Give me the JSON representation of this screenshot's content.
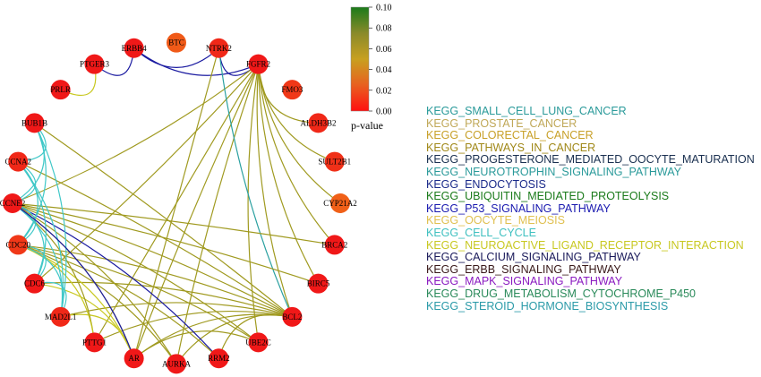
{
  "colorbar": {
    "title": "p-value",
    "ticks": [
      "0.10",
      "0.08",
      "0.06",
      "0.04",
      "0.02",
      "0.00"
    ],
    "gradient": [
      "#1a7a1a",
      "#8a8a2a",
      "#c8a020",
      "#e86020",
      "#ff1010"
    ]
  },
  "nodes": [
    {
      "id": "BTC",
      "label": "BTC",
      "color": "#f05a18"
    },
    {
      "id": "NTRK2",
      "label": "NTRK2",
      "color": "#f02818"
    },
    {
      "id": "FGFR2",
      "label": "FGFR2",
      "color": "#f01818"
    },
    {
      "id": "FMO3",
      "label": "FMO3",
      "color": "#f03818"
    },
    {
      "id": "ALDH3B2",
      "label": "ALDH3B2",
      "color": "#f02818"
    },
    {
      "id": "SULT2B1",
      "label": "SULT2B1",
      "color": "#f03018"
    },
    {
      "id": "CYP21A2",
      "label": "CYP21A2",
      "color": "#f06018"
    },
    {
      "id": "BRCA2",
      "label": "BRCA2",
      "color": "#f01818"
    },
    {
      "id": "BIRC5",
      "label": "BIRC5",
      "color": "#f01818"
    },
    {
      "id": "BCL2",
      "label": "BCL2",
      "color": "#f01818"
    },
    {
      "id": "UBE2C",
      "label": "UBE2C",
      "color": "#f01818"
    },
    {
      "id": "RRM2",
      "label": "RRM2",
      "color": "#f01818"
    },
    {
      "id": "AURKA",
      "label": "AURKA",
      "color": "#f01818"
    },
    {
      "id": "AR",
      "label": "AR",
      "color": "#f01818"
    },
    {
      "id": "PTTG1",
      "label": "PTTG1",
      "color": "#f01818"
    },
    {
      "id": "MAD2L1",
      "label": "MAD2L1",
      "color": "#f02818"
    },
    {
      "id": "CDC6",
      "label": "CDC6",
      "color": "#f01818"
    },
    {
      "id": "CDC20",
      "label": "CDC20",
      "color": "#f03818"
    },
    {
      "id": "CCNE2",
      "label": "CCNE2",
      "color": "#f01818"
    },
    {
      "id": "CCNA2",
      "label": "CCNA2",
      "color": "#f02818"
    },
    {
      "id": "BUB1B",
      "label": "BUB1B",
      "color": "#f01818"
    },
    {
      "id": "PRLR",
      "label": "PRLR",
      "color": "#f01818"
    },
    {
      "id": "PTGER3",
      "label": "PTGER3",
      "color": "#f01818"
    },
    {
      "id": "ERBB4",
      "label": "ERBB4",
      "color": "#f01818"
    }
  ],
  "edges": [
    {
      "source": "ERBB4",
      "target": "FGFR2",
      "color": "#1a1aa0"
    },
    {
      "source": "ERBB4",
      "target": "NTRK2",
      "color": "#1a1aa0"
    },
    {
      "source": "NTRK2",
      "target": "FGFR2",
      "color": "#1a1aa0"
    },
    {
      "source": "PTGER3",
      "target": "ERBB4",
      "color": "#1a1aa0"
    },
    {
      "source": "PRLR",
      "target": "PTGER3",
      "color": "#c8c820"
    },
    {
      "source": "FGFR2",
      "target": "BCL2",
      "color": "#a09a20"
    },
    {
      "source": "FGFR2",
      "target": "AR",
      "color": "#a09a20"
    },
    {
      "source": "FGFR2",
      "target": "UBE2C",
      "color": "#a09a20"
    },
    {
      "source": "FGFR2",
      "target": "PTTG1",
      "color": "#a09a20"
    },
    {
      "source": "FGFR2",
      "target": "BIRC5",
      "color": "#a09a20"
    },
    {
      "source": "FGFR2",
      "target": "AURKA",
      "color": "#a09a20"
    },
    {
      "source": "FGFR2",
      "target": "CCNE2",
      "color": "#a09a20"
    },
    {
      "source": "FGFR2",
      "target": "CDC6",
      "color": "#a09a20"
    },
    {
      "source": "FGFR2",
      "target": "BRCA2",
      "color": "#a09a20"
    },
    {
      "source": "NTRK2",
      "target": "BCL2",
      "color": "#2aa0a0"
    },
    {
      "source": "NTRK2",
      "target": "AR",
      "color": "#a09a20"
    },
    {
      "source": "BRCA2",
      "target": "CCNE2",
      "color": "#a09a20"
    },
    {
      "source": "BIRC5",
      "target": "CCNE2",
      "color": "#a09a20"
    },
    {
      "source": "BCL2",
      "target": "CCNE2",
      "color": "#a09a20"
    },
    {
      "source": "BCL2",
      "target": "CDC20",
      "color": "#a09a20"
    },
    {
      "source": "BCL2",
      "target": "MAD2L1",
      "color": "#a09a20"
    },
    {
      "source": "BCL2",
      "target": "PTTG1",
      "color": "#a09a20"
    },
    {
      "source": "BCL2",
      "target": "AR",
      "color": "#a09a20"
    },
    {
      "source": "BCL2",
      "target": "AURKA",
      "color": "#a09a20"
    },
    {
      "source": "BCL2",
      "target": "CDC6",
      "color": "#a09a20"
    },
    {
      "source": "BCL2",
      "target": "CCNA2",
      "color": "#a09a20"
    },
    {
      "source": "BCL2",
      "target": "BUB1B",
      "color": "#a09a20"
    },
    {
      "source": "UBE2C",
      "target": "CCNE2",
      "color": "#a09a20"
    },
    {
      "source": "UBE2C",
      "target": "AR",
      "color": "#a09a20"
    },
    {
      "source": "UBE2C",
      "target": "CDC20",
      "color": "#a09a20"
    },
    {
      "source": "RRM2",
      "target": "CCNE2",
      "color": "#1a1aa0"
    },
    {
      "source": "RRM2",
      "target": "CDC20",
      "color": "#a09a20"
    },
    {
      "source": "AURKA",
      "target": "CCNE2",
      "color": "#a09a20"
    },
    {
      "source": "AURKA",
      "target": "CDC20",
      "color": "#a09a20"
    },
    {
      "source": "AR",
      "target": "CCNE2",
      "color": "#a09a20"
    },
    {
      "source": "AR",
      "target": "CDC6",
      "color": "#c8c820"
    },
    {
      "source": "AR",
      "target": "MAD2L1",
      "color": "#c8c820"
    },
    {
      "source": "AR",
      "target": "CDC20",
      "color": "#c8c820"
    },
    {
      "source": "PTTG1",
      "target": "CCNE2",
      "color": "#a09a20"
    },
    {
      "source": "PTTG1",
      "target": "CDC20",
      "color": "#c8c820"
    },
    {
      "source": "CCNE2",
      "target": "CDC20",
      "color": "#40c8c8"
    },
    {
      "source": "CCNE2",
      "target": "CDC6",
      "color": "#40c8c8"
    },
    {
      "source": "CCNE2",
      "target": "MAD2L1",
      "color": "#40c8c8"
    },
    {
      "source": "CCNA2",
      "target": "CDC20",
      "color": "#40c8c8"
    },
    {
      "source": "CCNA2",
      "target": "CDC6",
      "color": "#40c8c8"
    },
    {
      "source": "CCNA2",
      "target": "MAD2L1",
      "color": "#40c8c8"
    },
    {
      "source": "BUB1B",
      "target": "CCNA2",
      "color": "#40c8c8"
    },
    {
      "source": "BUB1B",
      "target": "CCNE2",
      "color": "#40c8c8"
    },
    {
      "source": "BUB1B",
      "target": "CDC20",
      "color": "#40c8c8"
    },
    {
      "source": "BUB1B",
      "target": "MAD2L1",
      "color": "#40c8c8"
    },
    {
      "source": "CDC20",
      "target": "CDC6",
      "color": "#40c8c8"
    },
    {
      "source": "CDC20",
      "target": "MAD2L1",
      "color": "#40c8c8"
    },
    {
      "source": "CDC6",
      "target": "MAD2L1",
      "color": "#40c8c8"
    },
    {
      "source": "CCNA2",
      "target": "CCNE2",
      "color": "#40c8c8"
    },
    {
      "source": "CYP21A2",
      "target": "FGFR2",
      "color": "#a09a20"
    },
    {
      "source": "ALDH3B2",
      "target": "FGFR2",
      "color": "#a09a20"
    },
    {
      "source": "SULT2B1",
      "target": "FGFR2",
      "color": "#a09a20"
    },
    {
      "source": "CCNE2",
      "target": "AR",
      "color": "#1a1aa0"
    },
    {
      "source": "BCL2",
      "target": "RRM2",
      "color": "#a09a20"
    }
  ],
  "legend": [
    {
      "text": "KEGG_SMALL_CELL_LUNG_CANCER",
      "color": "#2a9a9a"
    },
    {
      "text": "KEGG_PROSTATE_CANCER",
      "color": "#c0a858"
    },
    {
      "text": "KEGG_COLORECTAL_CANCER",
      "color": "#c8a028"
    },
    {
      "text": "KEGG_PATHWAYS_IN_CANCER",
      "color": "#a08818"
    },
    {
      "text": "KEGG_PROGESTERONE_MEDIATED_OOCYTE_MATURATION",
      "color": "#1a3050"
    },
    {
      "text": "KEGG_NEUROTROPHIN_SIGNALING_PATHWAY",
      "color": "#2a9a9a"
    },
    {
      "text": "KEGG_ENDOCYTOSIS",
      "color": "#1a2a8a"
    },
    {
      "text": "KEGG_UBIQUITIN_MEDIATED_PROTEOLYSIS",
      "color": "#1a7a1a"
    },
    {
      "text": "KEGG_P53_SIGNALING_PATHWAY",
      "color": "#1a1ab0"
    },
    {
      "text": "KEGG_OOCYTE_MEIOSIS",
      "color": "#e0c050"
    },
    {
      "text": "KEGG_CELL_CYCLE",
      "color": "#40c0c0"
    },
    {
      "text": "KEGG_NEUROACTIVE_LIGAND_RECEPTOR_INTERACTION",
      "color": "#c8c820"
    },
    {
      "text": "KEGG_CALCIUM_SIGNALING_PATHWAY",
      "color": "#1a1a5a"
    },
    {
      "text": "KEGG_ERBB_SIGNALING_PATHWAY",
      "color": "#3a1a1a"
    },
    {
      "text": "KEGG_MAPK_SIGNALING_PATHWAY",
      "color": "#8a1ac0"
    },
    {
      "text": "KEGG_DRUG_METABOLISM_CYTOCHROME_P450",
      "color": "#2a8a5a"
    },
    {
      "text": "KEGG_STEROID_HORMONE_BIOSYNTHESIS",
      "color": "#2a9aa8"
    }
  ]
}
